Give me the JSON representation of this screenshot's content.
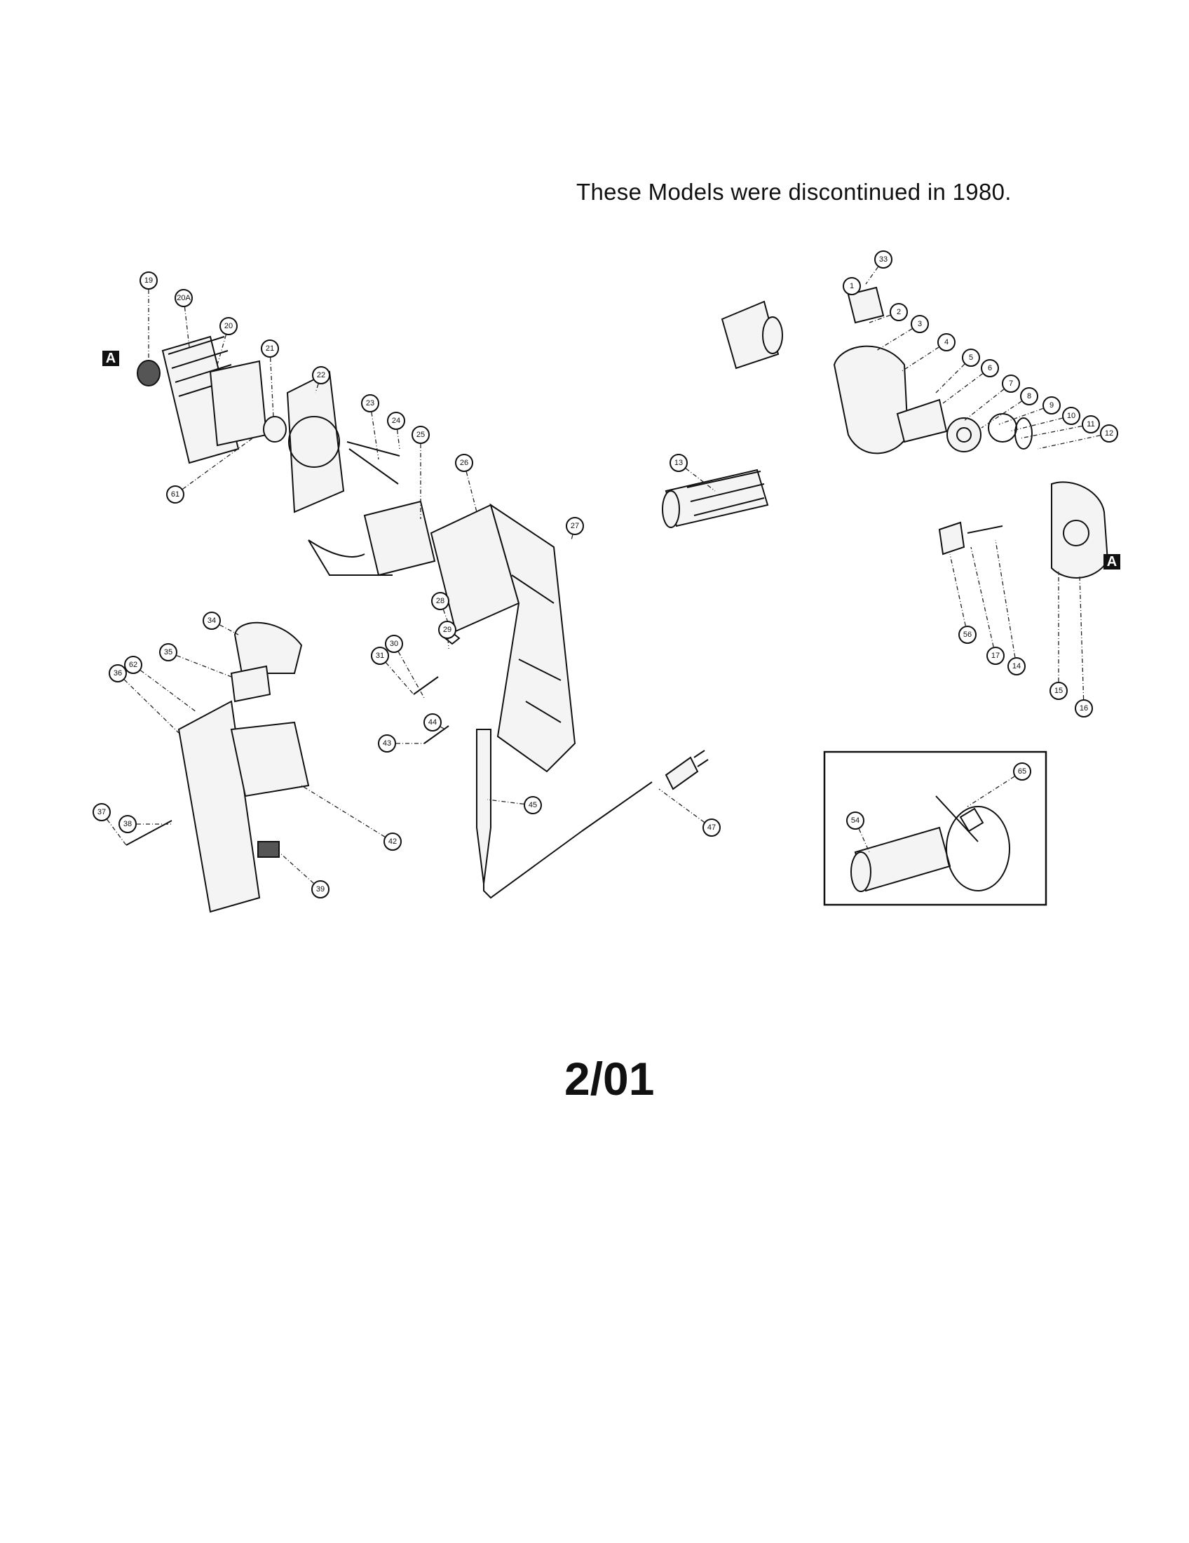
{
  "notice": "These Models were discontinued in 1980.",
  "page_number": "2/01",
  "reference_marker": "A",
  "callouts": [
    "19",
    "20A",
    "20",
    "21",
    "22",
    "23",
    "24",
    "25",
    "26",
    "27",
    "28",
    "29",
    "30",
    "31",
    "34",
    "35",
    "36",
    "62",
    "61",
    "38",
    "37",
    "39",
    "42",
    "43",
    "44",
    "45",
    "47",
    "33",
    "1",
    "2",
    "3",
    "4",
    "5",
    "6",
    "7",
    "8",
    "9",
    "10",
    "11",
    "12",
    "13",
    "56",
    "17",
    "14",
    "15",
    "16",
    "65",
    "54"
  ]
}
